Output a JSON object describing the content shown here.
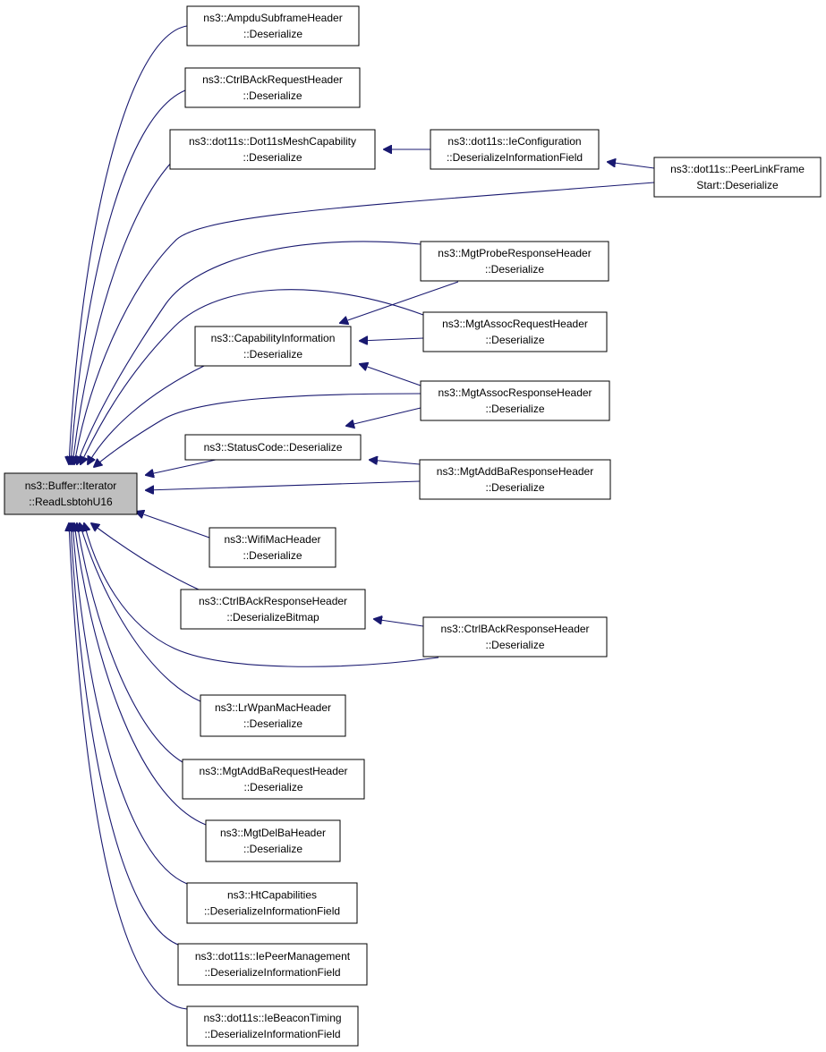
{
  "graph": {
    "nodes": [
      {
        "id": "root",
        "line1": "ns3::Buffer::Iterator",
        "line2": "::ReadLsbtohU16",
        "root": true
      },
      {
        "id": "ampdu",
        "line1": "ns3::AmpduSubframeHeader",
        "line2": "::Deserialize"
      },
      {
        "id": "ctrlreq",
        "line1": "ns3::CtrlBAckRequestHeader",
        "line2": "::Deserialize"
      },
      {
        "id": "meshcap",
        "line1": "ns3::dot11s::Dot11sMeshCapability",
        "line2": "::Deserialize"
      },
      {
        "id": "ieconf",
        "line1": "ns3::dot11s::IeConfiguration",
        "line2": "::DeserializeInformationField"
      },
      {
        "id": "peerlink",
        "line1": "ns3::dot11s::PeerLinkFrame",
        "line2": "Start::Deserialize"
      },
      {
        "id": "probe",
        "line1": "ns3::MgtProbeResponseHeader",
        "line2": "::Deserialize"
      },
      {
        "id": "assocreq",
        "line1": "ns3::MgtAssocRequestHeader",
        "line2": "::Deserialize"
      },
      {
        "id": "capinfo",
        "line1": "ns3::CapabilityInformation",
        "line2": "::Deserialize"
      },
      {
        "id": "assocresp",
        "line1": "ns3::MgtAssocResponseHeader",
        "line2": "::Deserialize"
      },
      {
        "id": "status",
        "line1": "ns3::StatusCode::Deserialize",
        "line2": ""
      },
      {
        "id": "addbaresp",
        "line1": "ns3::MgtAddBaResponseHeader",
        "line2": "::Deserialize"
      },
      {
        "id": "wifimac",
        "line1": "ns3::WifiMacHeader",
        "line2": "::Deserialize"
      },
      {
        "id": "bitmap",
        "line1": "ns3::CtrlBAckResponseHeader",
        "line2": "::DeserializeBitmap"
      },
      {
        "id": "ctrlresp",
        "line1": "ns3::CtrlBAckResponseHeader",
        "line2": "::Deserialize"
      },
      {
        "id": "lrwpan",
        "line1": "ns3::LrWpanMacHeader",
        "line2": "::Deserialize"
      },
      {
        "id": "addbareq",
        "line1": "ns3::MgtAddBaRequestHeader",
        "line2": "::Deserialize"
      },
      {
        "id": "delba",
        "line1": "ns3::MgtDelBaHeader",
        "line2": "::Deserialize"
      },
      {
        "id": "htcap",
        "line1": "ns3::HtCapabilities",
        "line2": "::DeserializeInformationField"
      },
      {
        "id": "peermgmt",
        "line1": "ns3::dot11s::IePeerManagement",
        "line2": "::DeserializeInformationField"
      },
      {
        "id": "beacon",
        "line1": "ns3::dot11s::IeBeaconTiming",
        "line2": "::DeserializeInformationField"
      }
    ],
    "edges": [
      {
        "from": "ampdu",
        "to": "root"
      },
      {
        "from": "ctrlreq",
        "to": "root"
      },
      {
        "from": "meshcap",
        "to": "root"
      },
      {
        "from": "ieconf",
        "to": "meshcap"
      },
      {
        "from": "peerlink",
        "to": "ieconf"
      },
      {
        "from": "peerlink",
        "to": "root"
      },
      {
        "from": "probe",
        "to": "root"
      },
      {
        "from": "probe",
        "to": "capinfo"
      },
      {
        "from": "assocreq",
        "to": "root"
      },
      {
        "from": "assocreq",
        "to": "capinfo"
      },
      {
        "from": "capinfo",
        "to": "root"
      },
      {
        "from": "assocresp",
        "to": "capinfo"
      },
      {
        "from": "assocresp",
        "to": "root"
      },
      {
        "from": "assocresp",
        "to": "status"
      },
      {
        "from": "status",
        "to": "root"
      },
      {
        "from": "addbaresp",
        "to": "status"
      },
      {
        "from": "addbaresp",
        "to": "root"
      },
      {
        "from": "wifimac",
        "to": "root"
      },
      {
        "from": "bitmap",
        "to": "root"
      },
      {
        "from": "ctrlresp",
        "to": "bitmap"
      },
      {
        "from": "ctrlresp",
        "to": "root"
      },
      {
        "from": "lrwpan",
        "to": "root"
      },
      {
        "from": "addbareq",
        "to": "root"
      },
      {
        "from": "delba",
        "to": "root"
      },
      {
        "from": "htcap",
        "to": "root"
      },
      {
        "from": "peermgmt",
        "to": "root"
      },
      {
        "from": "beacon",
        "to": "root"
      }
    ]
  },
  "colors": {
    "edge": "#191970",
    "root_fill": "#bfbfbf",
    "node_fill": "#ffffff",
    "border": "#000000"
  }
}
